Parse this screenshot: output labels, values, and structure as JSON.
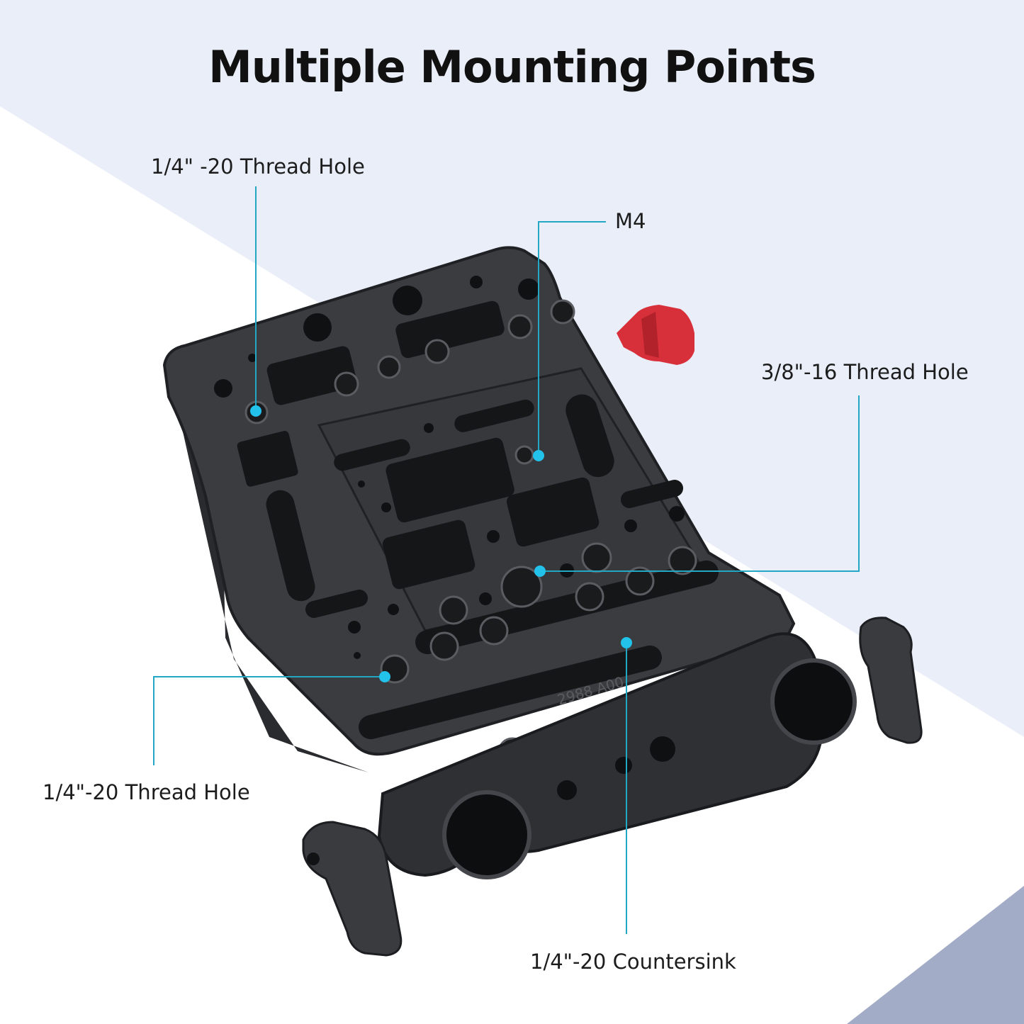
{
  "title": "Multiple Mounting Points",
  "callouts": {
    "quarter_inch_top": "1/4\" -20 Thread Hole",
    "m4": "M4",
    "three_eighths": "3/8\"-16 Thread Hole",
    "quarter_inch_left": "1/4\"-20 Thread Hole",
    "countersink": "1/4\"-20 Countersink"
  },
  "product": {
    "engraving": "2988 A00"
  },
  "colors": {
    "background_band": "#e9eef8",
    "corner_accent": "#a3acc6",
    "plate": "#3a3b3f",
    "plate_edge": "#1f2023",
    "knob": "#d8303a",
    "leader": "#22a7c5"
  }
}
